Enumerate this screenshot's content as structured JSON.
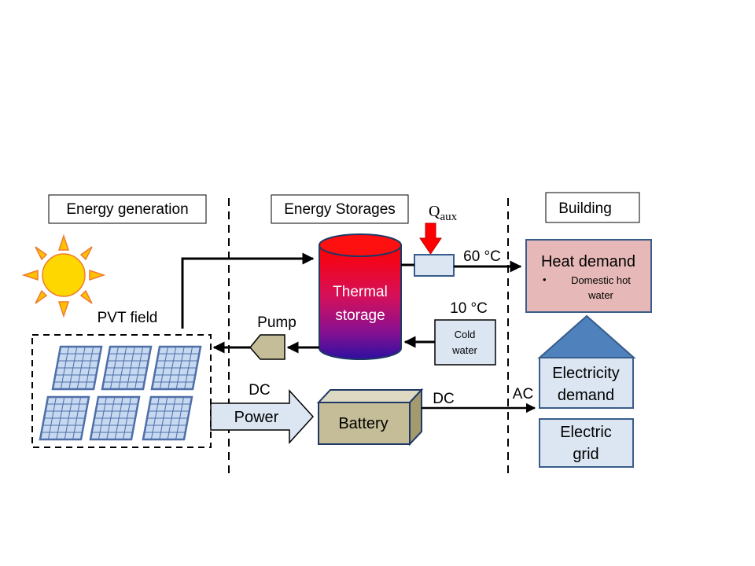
{
  "sections": {
    "generation": "Energy generation",
    "storages": "Energy Storages",
    "building": "Building"
  },
  "labels": {
    "pvt_field": "PVT field",
    "pump": "Pump",
    "thermal_storage_line1": "Thermal",
    "thermal_storage_line2": "storage",
    "q_aux_main": "Q",
    "q_aux_sub": "aux",
    "hot_temp": "60 °C",
    "cold_temp": "10 °C",
    "cold_water_line1": "Cold",
    "cold_water_line2": "water",
    "heat_demand": "Heat demand",
    "heat_demand_bullet": "•",
    "dhw_line1": "Domestic hot",
    "dhw_line2": "water",
    "electricity_demand_line1": "Electricity",
    "electricity_demand_line2": "demand",
    "electric_grid_line1": "Electric",
    "electric_grid_line2": "grid",
    "dc_power": "DC",
    "power": "Power",
    "battery": "Battery",
    "dc_battery": "DC",
    "ac": "AC"
  },
  "colors": {
    "sun_fill": "#FFD700",
    "sun_rays": "#FFC000",
    "sun_outline": "#ED7D31",
    "tank_top": "#FF0000",
    "tank_bottom": "#2E0FA0",
    "heat_demand_fill": "#E6B9B8",
    "box_blue_fill": "#DCE6F2",
    "box_blue_stroke": "#385D8A",
    "roof_fill": "#4F81BD",
    "battery_fill": "#C4BD97",
    "battery_stroke": "#1F3864",
    "aux_arrow": "#FF0000",
    "pump_fill": "#C4BD97",
    "panel_fill": "#C6D9F1",
    "panel_stroke": "#4F6FA8"
  }
}
